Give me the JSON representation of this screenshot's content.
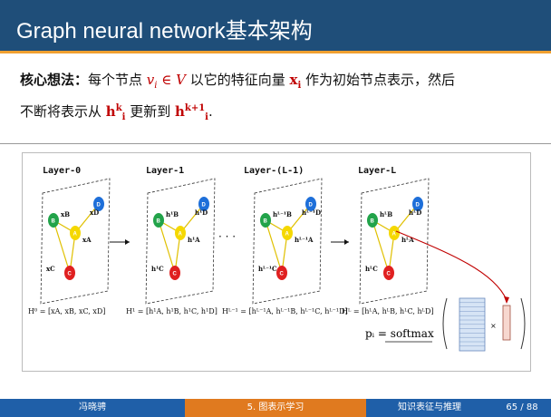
{
  "header": {
    "title": "Graph neural network基本架构"
  },
  "method": {
    "label": "核心想法：",
    "t1": "每个节点 ",
    "node": "v",
    "node_sub": "i",
    "in": " ∈ V",
    "t2": " 以它的特征向量 ",
    "vec": "x",
    "vec_sub": "i",
    "t3": " 作为初始节点表示，然后",
    "t4": "不断将表示从 ",
    "h1": "h",
    "h1_sup": "k",
    "h1_sub": "i",
    "t5": " 更新到 ",
    "h2": "h",
    "h2_sup": "k+1",
    "h2_sub": "i",
    "t6": "."
  },
  "figure": {
    "layers": [
      "Layer-0",
      "Layer-1",
      "Layer-(L-1)",
      "Layer-L"
    ],
    "ellipsis": "· · ·",
    "nodes": {
      "A": "A",
      "B": "B",
      "C": "C",
      "D": "D"
    },
    "node_labels": [
      {
        "B": "xB",
        "D": "xD",
        "A": "xA",
        "C": "xC"
      },
      {
        "B": "h¹B",
        "D": "h¹D",
        "A": "h¹A",
        "C": "h¹C"
      },
      {
        "B": "hᴸ⁻¹B",
        "D": "hᴸ⁻¹D",
        "A": "hᴸ⁻¹A",
        "C": "hᴸ⁻¹C"
      },
      {
        "B": "hᴸB",
        "D": "hᴸD",
        "A": "hᴸA",
        "C": "hᴸC"
      }
    ],
    "formulas": [
      "H⁰ = [xA, xB, xC, xD]",
      "H¹ = [h¹A, h¹B, h¹C, h¹D]",
      "Hᴸ⁻¹ = [hᴸ⁻¹A, hᴸ⁻¹B, hᴸ⁻¹C, hᴸ⁻¹D]",
      "Hᴸ = [hᴸA, hᴸB, hᴸC, hᴸD]"
    ],
    "pi_label": "pᵢ = softmax",
    "times": "×"
  },
  "footer": {
    "author": "冯晓骋",
    "chapter": "5. 图表示学习",
    "course": "知识表征与推理",
    "page": "65 / 88"
  },
  "colors": {
    "title_bg": "#1f4e79",
    "node_A": "#f5d800",
    "node_B": "#22a34a",
    "node_C": "#e02020",
    "node_D": "#1e6fd9",
    "accent": "#c00000"
  }
}
